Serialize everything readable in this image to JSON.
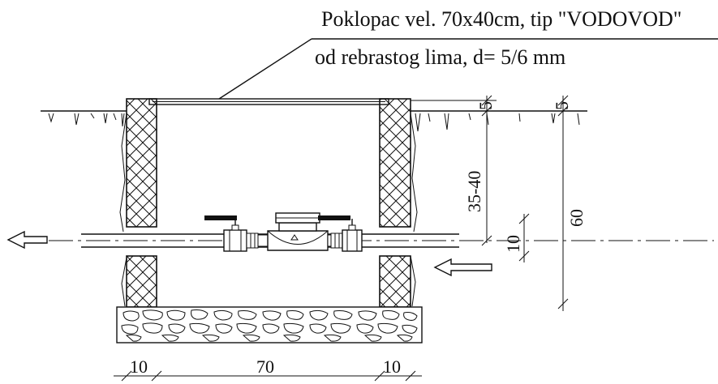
{
  "annotation": {
    "line1": "Poklopac vel. 70x40cm, tip \"VODOVOD\"",
    "line2": "od rebrastog lima, d= 5/6 mm"
  },
  "dimensions": {
    "cover_thickness_left": "5",
    "cover_thickness_right": "5",
    "depth_to_pipe": "35-40",
    "total_depth": "60",
    "pipe_spacing": "10",
    "wall_left": "10",
    "inner_width": "70",
    "wall_right": "10"
  },
  "flow": {
    "inlet_arrow": "inlet-arrow",
    "outlet_arrow": "outlet-arrow"
  }
}
